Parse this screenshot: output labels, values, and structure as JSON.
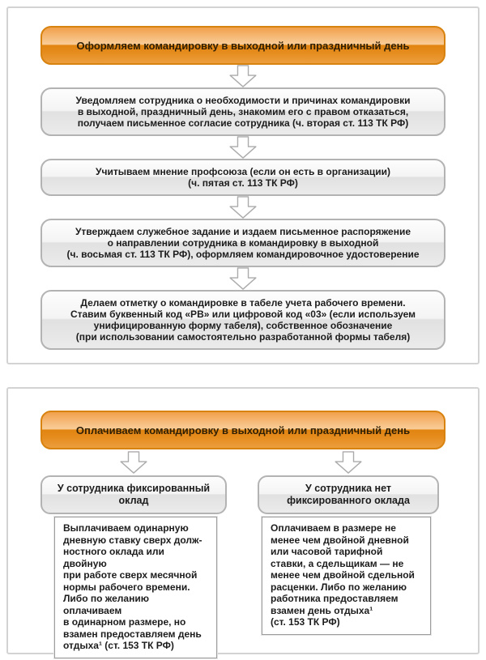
{
  "colors": {
    "panel_border": "#d3d3d3",
    "orange_border": "#d8820f",
    "orange_gradient_top": "#f1a14a",
    "orange_gradient_mid_light": "#f9cd97",
    "orange_gradient_mid_dark": "#e18410",
    "orange_gradient_bottom": "#ec9e3e",
    "orange_header_text": "#2f1f05",
    "gray_box_border": "#b3b3b3",
    "gray_box_gradient_top": "#fdfdfd",
    "gray_box_gradient_bottom": "#ebebeb",
    "white_box_border": "#9d9d9d",
    "arrow_outline": "#ababab",
    "body_text": "#1c1c1c"
  },
  "flow1": {
    "header": "Оформляем командировку в выходной или праздничный день",
    "steps": [
      {
        "text": "Уведомляем сотрудника о необходимости и причинах командировки\nв выходной, праздничный день, знакомим его с правом отказаться,\nполучаем письменное согласие сотрудника (ч. вторая ст. 113 ТК РФ)"
      },
      {
        "text": "Учитываем мнение профсоюза (если он есть в организации)\n(ч. пятая ст.  113 ТК РФ)"
      },
      {
        "text": "Утверждаем служебное задание и издаем письменное распоряжение\nо направлении сотрудника в командировку в выходной\n(ч. восьмая ст. 113 ТК РФ), оформляем командировочное удостоверение"
      },
      {
        "text": "Делаем отметку о командировке в табеле учета рабочего времени.\nСтавим буквенный код «РВ» или цифровой код «03» (если используем\nунифицированную форму табеля), собственное обозначение\n(при использовании самостоятельно разработанной формы табеля)"
      }
    ]
  },
  "flow2": {
    "header": "Оплачиваем командировку в выходной или праздничный день",
    "branches": [
      {
        "title": "У сотрудника фиксированный\nоклад",
        "body": "Выплачиваем одинарную\nдневную ставку сверх долж-\nностного оклада или двойную\nпри работе сверх месячной\nнормы рабочего времени.\nЛибо по желанию оплачиваем\nв одинарном размере, но\nвзамен предоставляем день\nотдыха¹ (ст. 153 ТК РФ)"
      },
      {
        "title": "У сотрудника нет\nфиксированного оклада",
        "body": "Оплачиваем в размере не\nменее чем двойной дневной\nили часовой тарифной\nставки, а сдельщикам — не\nменее чем двойной сдельной\nрасценки. Либо по желанию\nработника предоставляем\nвзамен день отдыха¹\n(ст. 153 ТК РФ)"
      }
    ]
  }
}
